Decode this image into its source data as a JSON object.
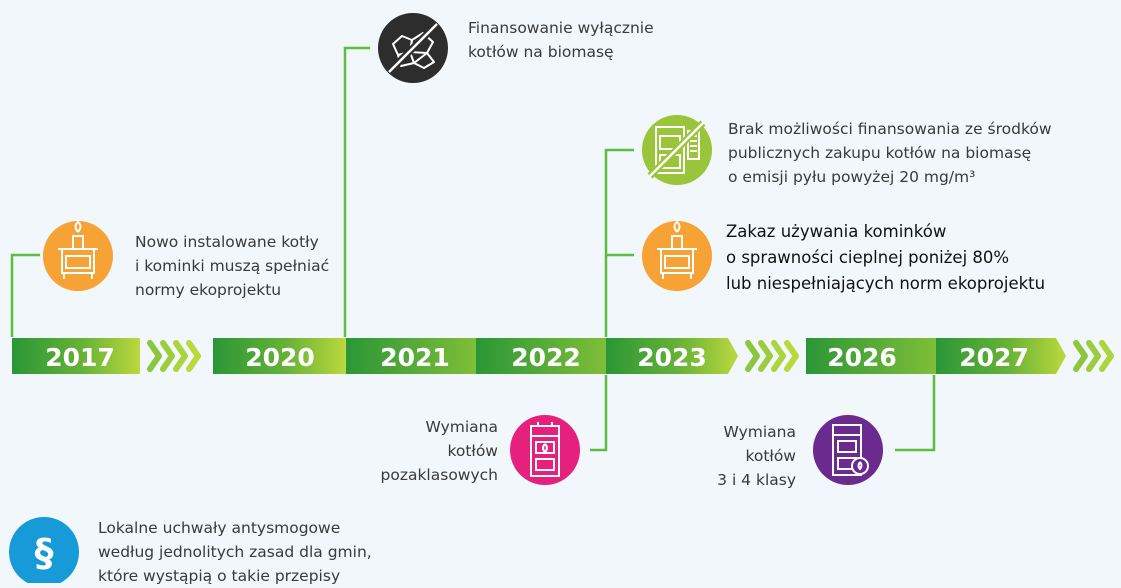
{
  "timeline": {
    "years": [
      "2017",
      "2020",
      "2021",
      "2022",
      "2023",
      "2026",
      "2027"
    ]
  },
  "events": {
    "e2017": [
      "Nowo instalowane kotły",
      "i kominki muszą spełniać",
      "normy ekoprojektu"
    ],
    "e2021": [
      "Finansowanie wyłącznie",
      "kotłów na biomasę"
    ],
    "e2023_funding": [
      "Brak możliwości finansowania ze środków",
      "publicznych zakupu kotłów na biomasę",
      "o emisji pyłu powyżej 20 mg/m³"
    ],
    "e2023_fireplace": [
      "Zakaz używania kominków",
      "o sprawności cieplnej poniżej 80%",
      "lub niespełniających norm ekoprojektu"
    ],
    "e2022_replace": [
      "Wymiana",
      "kotłów",
      "pozaklasowych"
    ],
    "e2026_replace": [
      "Wymiana",
      "kotłów",
      "3 i 4 klasy"
    ],
    "local": [
      "Lokalne uchwały antysmogowe",
      "według jednolitych zasad dla gmin,",
      "które wystąpią o takie przepisy"
    ]
  },
  "icons": {
    "e2017": "fireplace-icon",
    "e2021": "crossed-coal-icon",
    "e2023_funding": "crossed-boiler-icon",
    "e2023_fireplace": "fireplace-icon",
    "e2022_replace": "boiler-icon",
    "e2026_replace": "boiler-icon",
    "local": "paragraph-icon",
    "paragraph_symbol": "§"
  },
  "colors": {
    "background": "#f1f7fa",
    "green_dark": "#2e9a3a",
    "green_light": "#a7d13a",
    "line": "#5bbf3c",
    "orange": "#f7a234",
    "black_circle": "#2d2d2d",
    "lime_circle": "#9ac43a",
    "magenta": "#e6217d",
    "purple": "#6a2a8e",
    "blue": "#169ad8"
  }
}
